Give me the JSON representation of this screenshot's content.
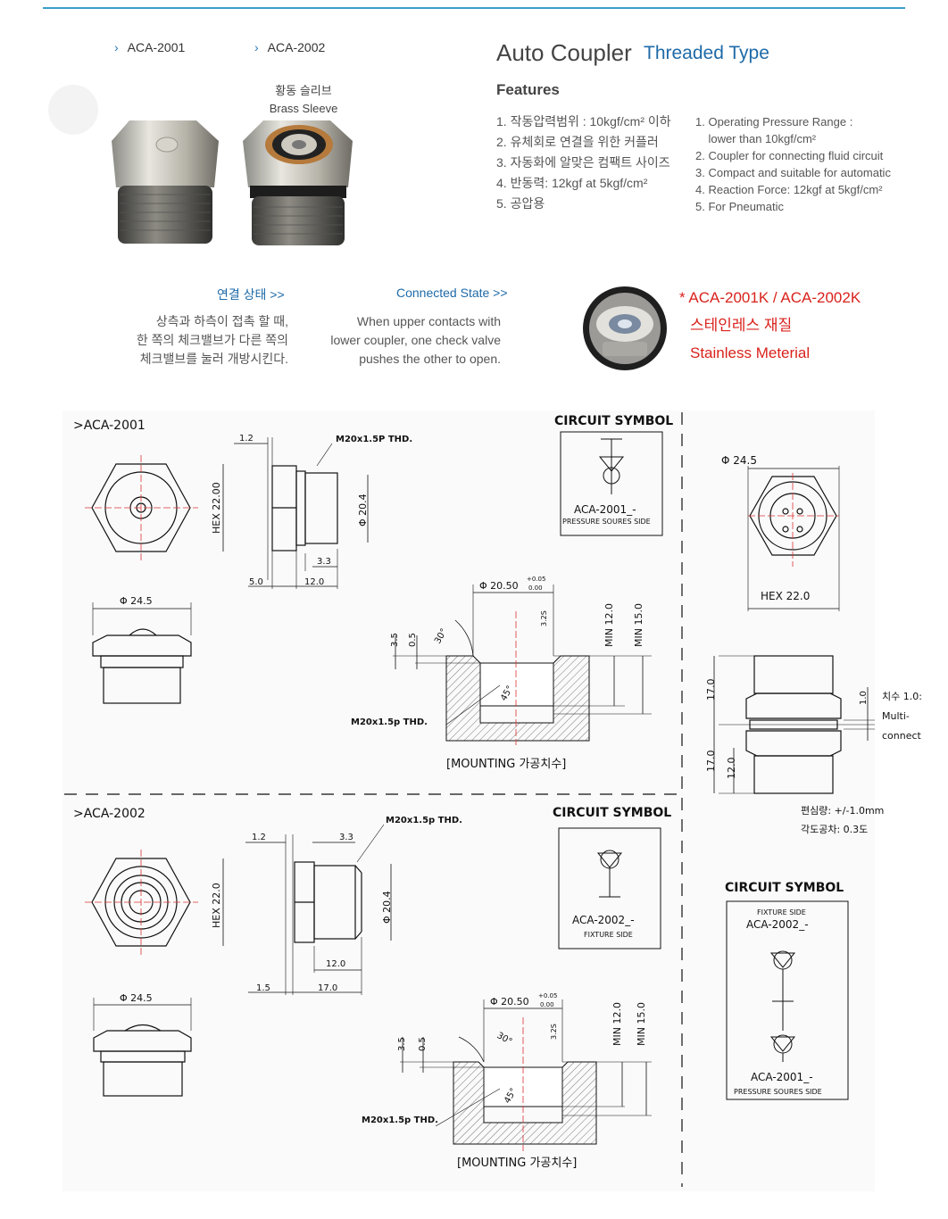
{
  "top": {
    "models": [
      "ACA-2001",
      "ACA-2002"
    ],
    "brass_sleeve_ko": "황동 슬리브",
    "brass_sleeve_en": "Brass Sleeve",
    "product_title": "Auto Coupler",
    "product_subtitle": "Threaded Type",
    "features_heading": "Features",
    "features_ko": [
      "1.  작동압력범위 : 10kgf/cm² 이하",
      "2.  유체회로 연결을 위한 커플러",
      "3.  자동화에 알맞은 컴팩트 사이즈",
      "4.  반동력: 12kgf at 5kgf/cm²",
      "5.  공압용"
    ],
    "features_en": [
      "1. Operating Pressure Range :",
      "    lower than 10kgf/cm²",
      "2. Coupler for connecting fluid circuit",
      "3. Compact and suitable for automatic",
      "4. Reaction Force: 12kgf at 5kgf/cm²",
      "5. For Pneumatic"
    ]
  },
  "connected": {
    "title_ko": "연결 상태 >>",
    "title_en": "Connected State >>",
    "desc_ko": [
      "상측과 하측이 접촉 할 때,",
      "한 쪽의 체크밸브가 다른 쪽의",
      "체크밸브를 눌러 개방시킨다."
    ],
    "desc_en": [
      "When upper  contacts with",
      "lower coupler, one check valve",
      "pushes the other to open."
    ],
    "stainless": [
      "* ACA-2001K / ACA-2002K",
      "스테인레스 재질",
      "Stainless Meterial"
    ]
  },
  "drawing_2001": {
    "label": ">ACA-2001",
    "circuit_title": "CIRCUIT SYMBOL",
    "circuit_model": "ACA-2001_-",
    "circuit_side": "PRESSURE SOURES SIDE",
    "dims": [
      "1.2",
      "M20x1.5P THD.",
      "HEX 22.00",
      "Φ 20.4",
      "3.3",
      "5.0",
      "12.0",
      "Φ 24.5",
      "Φ 20.50",
      "+0.05",
      "0.00",
      "3.2S",
      "MIN 12.0",
      "MIN 15.0",
      "3.5",
      "0.5",
      "30°",
      "45°",
      "M20x1.5p THD."
    ],
    "mounting": "[MOUNTING 가공치수]"
  },
  "drawing_2002": {
    "label": ">ACA-2002",
    "circuit_title": "CIRCUIT SYMBOL",
    "circuit_model": "ACA-2002_-",
    "circuit_side": "FIXTURE SIDE",
    "dims": [
      "1.2",
      "3.3",
      "M20x1.5p THD.",
      "HEX 22.0",
      "Φ 20.4",
      "12.0",
      "1.5",
      "17.0",
      "Φ 24.5",
      "Φ 20.50",
      "+0.05",
      "0.00",
      "3.2S",
      "MIN 12.0",
      "MIN 15.0",
      "3.5",
      "0.5",
      "30°",
      "45°",
      "M20x1.5p THD."
    ],
    "mounting": "[MOUNTING 가공치수]"
  },
  "right": {
    "dia": "Φ 24.5",
    "hex": "HEX 22.0",
    "dim17a": "17.0",
    "dim17b": "17.0",
    "dim12": "12.0",
    "dim1": "1.0",
    "note1": "치수 1.0:",
    "note2": "Multi-",
    "note3": "connect",
    "tol1": "편심량: +/-1.0mm",
    "tol2": "각도공차: 0.3도",
    "circuit_title": "CIRCUIT SYMBOL",
    "fix_side": "FIXTURE SIDE",
    "fix_model": "ACA-2002_-",
    "pres_model": "ACA-2001_-",
    "pres_side": "PRESSURE SOURES SIDE"
  }
}
